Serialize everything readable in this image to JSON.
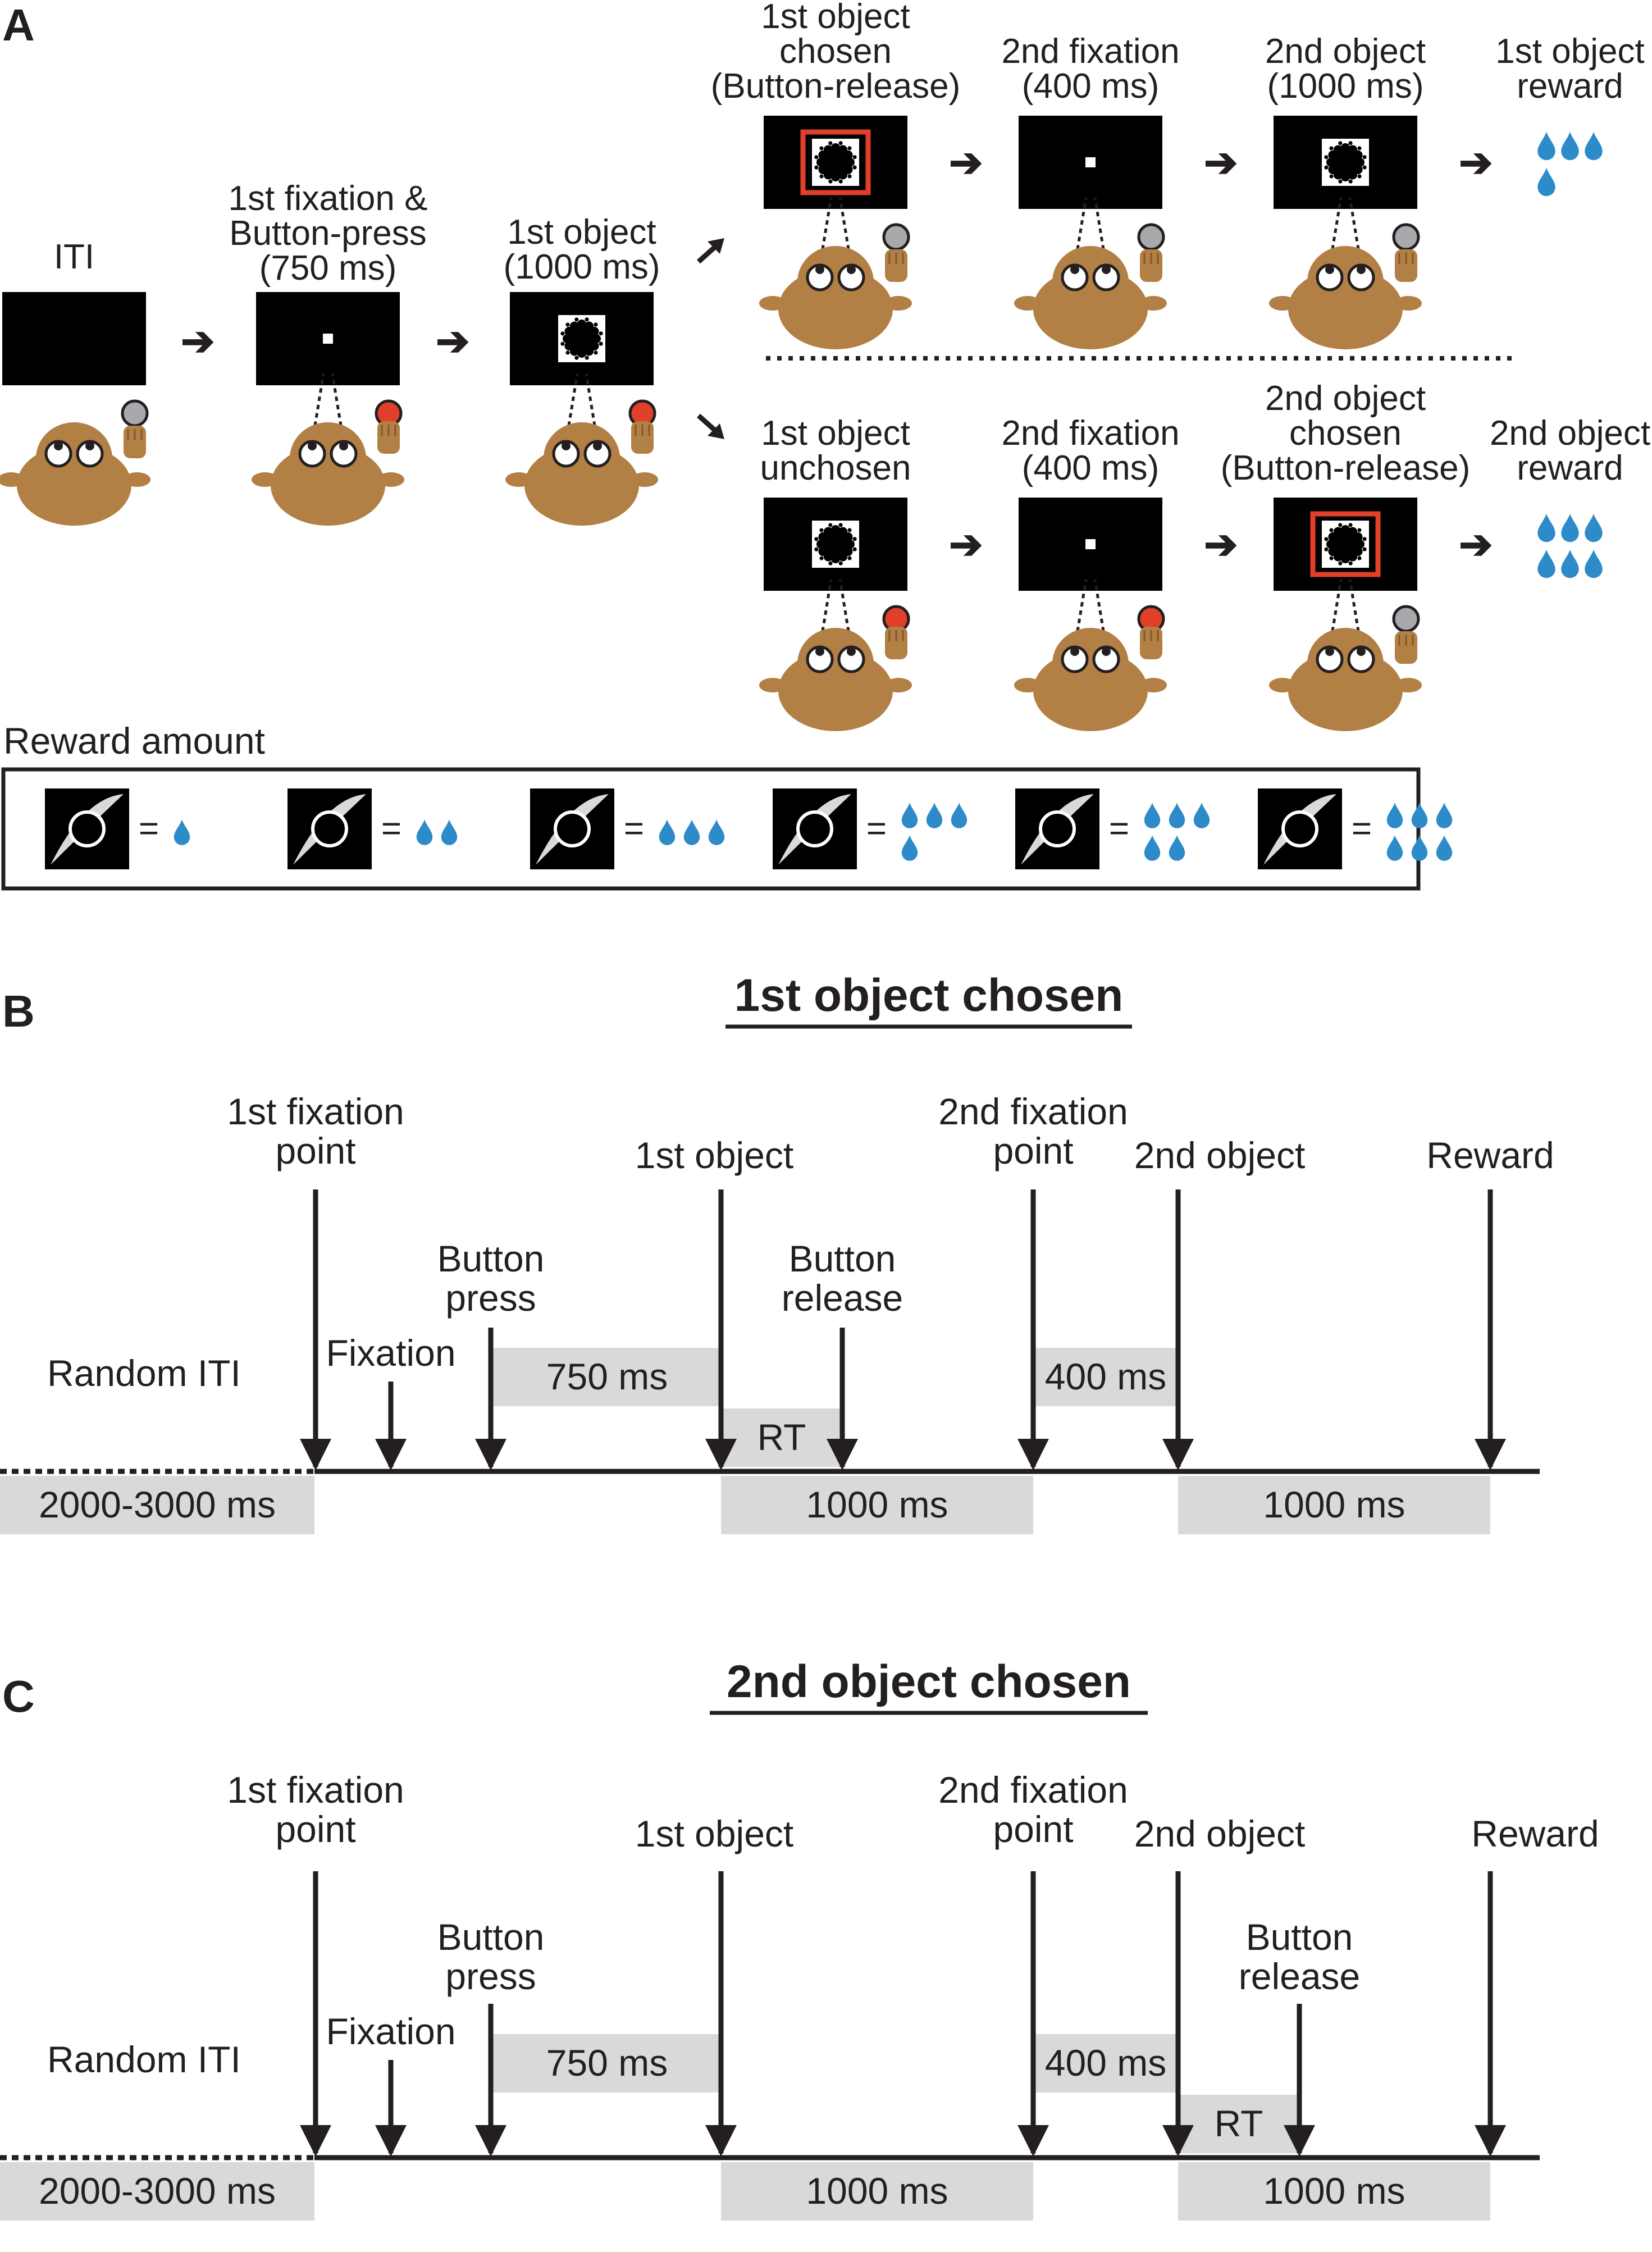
{
  "panel_a": {
    "letter": "A",
    "screens": [
      {
        "id": "iti",
        "lines": [
          "ITI"
        ],
        "stim": "none",
        "frame": false,
        "button": "gray",
        "gaze": false
      },
      {
        "id": "fix1",
        "lines": [
          "1st fixation &",
          "Button-press",
          "(750 ms)"
        ],
        "stim": "fix",
        "frame": false,
        "button": "red",
        "gaze": true
      },
      {
        "id": "obj1",
        "lines": [
          "1st object",
          "(1000 ms)"
        ],
        "stim": "fractal",
        "frame": false,
        "button": "red",
        "gaze": true
      },
      {
        "id": "u1",
        "lines": [
          "1st object",
          "chosen",
          "(Button-release)"
        ],
        "stim": "fractal",
        "frame": true,
        "button": "gray",
        "gaze": true
      },
      {
        "id": "u2",
        "lines": [
          "2nd fixation",
          "(400 ms)"
        ],
        "stim": "fix",
        "frame": false,
        "button": "gray",
        "gaze": true
      },
      {
        "id": "u3",
        "lines": [
          "2nd object",
          "(1000 ms)"
        ],
        "stim": "fractal",
        "frame": false,
        "button": "gray",
        "gaze": true
      },
      {
        "id": "l1",
        "lines": [
          "1st object",
          "unchosen"
        ],
        "stim": "fractal",
        "frame": false,
        "button": "red",
        "gaze": true
      },
      {
        "id": "l2",
        "lines": [
          "2nd fixation",
          "(400 ms)"
        ],
        "stim": "fix",
        "frame": false,
        "button": "red",
        "gaze": true
      },
      {
        "id": "l3",
        "lines": [
          "2nd object",
          "chosen",
          "(Button-release)"
        ],
        "stim": "fractal",
        "frame": true,
        "button": "gray",
        "gaze": true
      }
    ],
    "rewards": [
      {
        "id": "r-up",
        "lines": [
          "1st object",
          "reward"
        ],
        "drops": 4
      },
      {
        "id": "r-low",
        "lines": [
          "2nd object",
          "reward"
        ],
        "drops": 6
      }
    ],
    "reward_amount": {
      "title": "Reward amount",
      "equals": "=",
      "items": [
        {
          "drops": 1
        },
        {
          "drops": 2
        },
        {
          "drops": 3
        },
        {
          "drops": 4
        },
        {
          "drops": 5
        },
        {
          "drops": 6
        }
      ]
    },
    "colors": {
      "monkey": "#b27f45",
      "screen": "#000000",
      "frame": "#e0402a",
      "button_red": "#e0402a",
      "button_gray": "#a7a9ac",
      "drop": "#2d8bc9"
    }
  },
  "panel_b": {
    "letter": "B",
    "title": "1st object chosen",
    "events": {
      "fix1": [
        "1st fixation",
        "point"
      ],
      "fixation": [
        "Fixation"
      ],
      "press": [
        "Button",
        "press"
      ],
      "obj1": [
        "1st object"
      ],
      "release": [
        "Button",
        "release"
      ],
      "fix2": [
        "2nd fixation",
        "point"
      ],
      "obj2": [
        "2nd object"
      ],
      "reward": [
        "Reward"
      ]
    },
    "iti_label": "Random ITI",
    "boxes": {
      "b750": "750 ms",
      "rt": "RT",
      "b400": "400 ms",
      "iti": "2000-3000 ms",
      "b1000a": "1000 ms",
      "b1000b": "1000 ms"
    }
  },
  "panel_c": {
    "letter": "C",
    "title": "2nd object chosen",
    "events": {
      "fix1": [
        "1st fixation",
        "point"
      ],
      "fixation": [
        "Fixation"
      ],
      "press": [
        "Button",
        "press"
      ],
      "obj1": [
        "1st object"
      ],
      "fix2": [
        "2nd fixation",
        "point"
      ],
      "obj2": [
        "2nd object"
      ],
      "release": [
        "Button",
        "release"
      ],
      "reward": [
        "Reward"
      ]
    },
    "iti_label": "Random ITI",
    "boxes": {
      "b750": "750 ms",
      "b400": "400 ms",
      "rt": "RT",
      "iti": "2000-3000 ms",
      "b1000a": "1000 ms",
      "b1000b": "1000 ms"
    }
  }
}
